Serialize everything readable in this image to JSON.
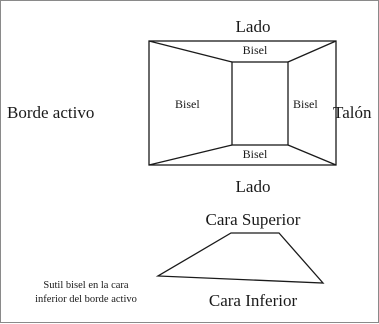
{
  "top_view": {
    "side_top": "Lado",
    "side_bottom": "Lado",
    "left_edge": "Borde activo",
    "right_edge": "Talón",
    "bevel_top": "Bisel",
    "bevel_bottom": "Bisel",
    "bevel_left": "Bisel",
    "bevel_right": "Bisel"
  },
  "cross_section": {
    "top_face": "Cara Superior",
    "bottom_face": "Cara Inferior",
    "note_line1": "Sutil bisel en la cara",
    "note_line2": "inferior del borde activo"
  }
}
